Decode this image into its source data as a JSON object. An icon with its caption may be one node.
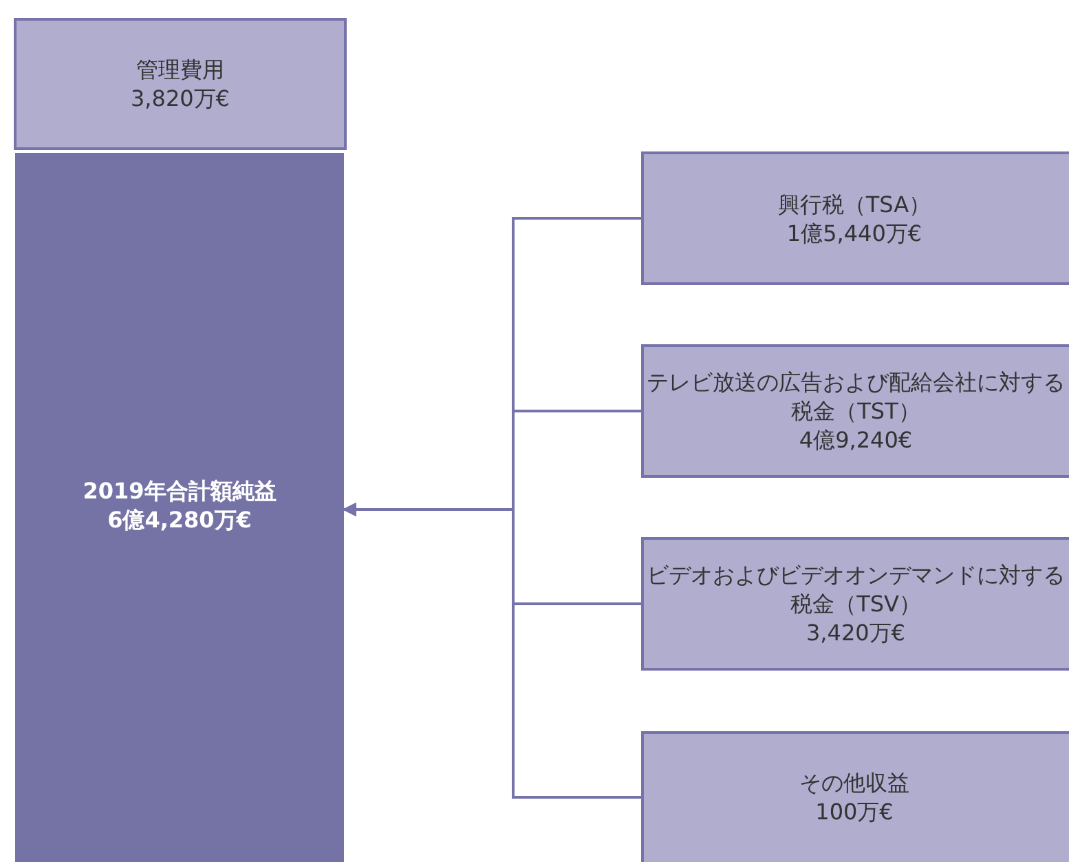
{
  "diagram": {
    "nodes": [
      {
        "text": [
          "管理費用",
          "3,820万€"
        ]
      },
      {
        "text": [
          "2019年合計額純益",
          "6億4,280万€"
        ]
      },
      {
        "text": [
          "興行税（TSA）",
          "1億5,440万€"
        ]
      },
      {
        "text": [
          "テレビ放送の広告および配給会社に対する税金（TST）",
          "4億9,240€"
        ]
      },
      {
        "text": [
          "ビデオおよびビデオオンデマンドに対する税金（TSV）",
          "3,420万€"
        ]
      },
      {
        "text": [
          "その他収益",
          "100万€"
        ]
      }
    ],
    "edges": [
      {
        "from": 2,
        "to": 1,
        "arrow": "to"
      },
      {
        "from": 3,
        "to": 1,
        "arrow": "to"
      },
      {
        "from": 4,
        "to": 1,
        "arrow": "to"
      },
      {
        "from": 5,
        "to": 1,
        "arrow": "to"
      }
    ]
  }
}
